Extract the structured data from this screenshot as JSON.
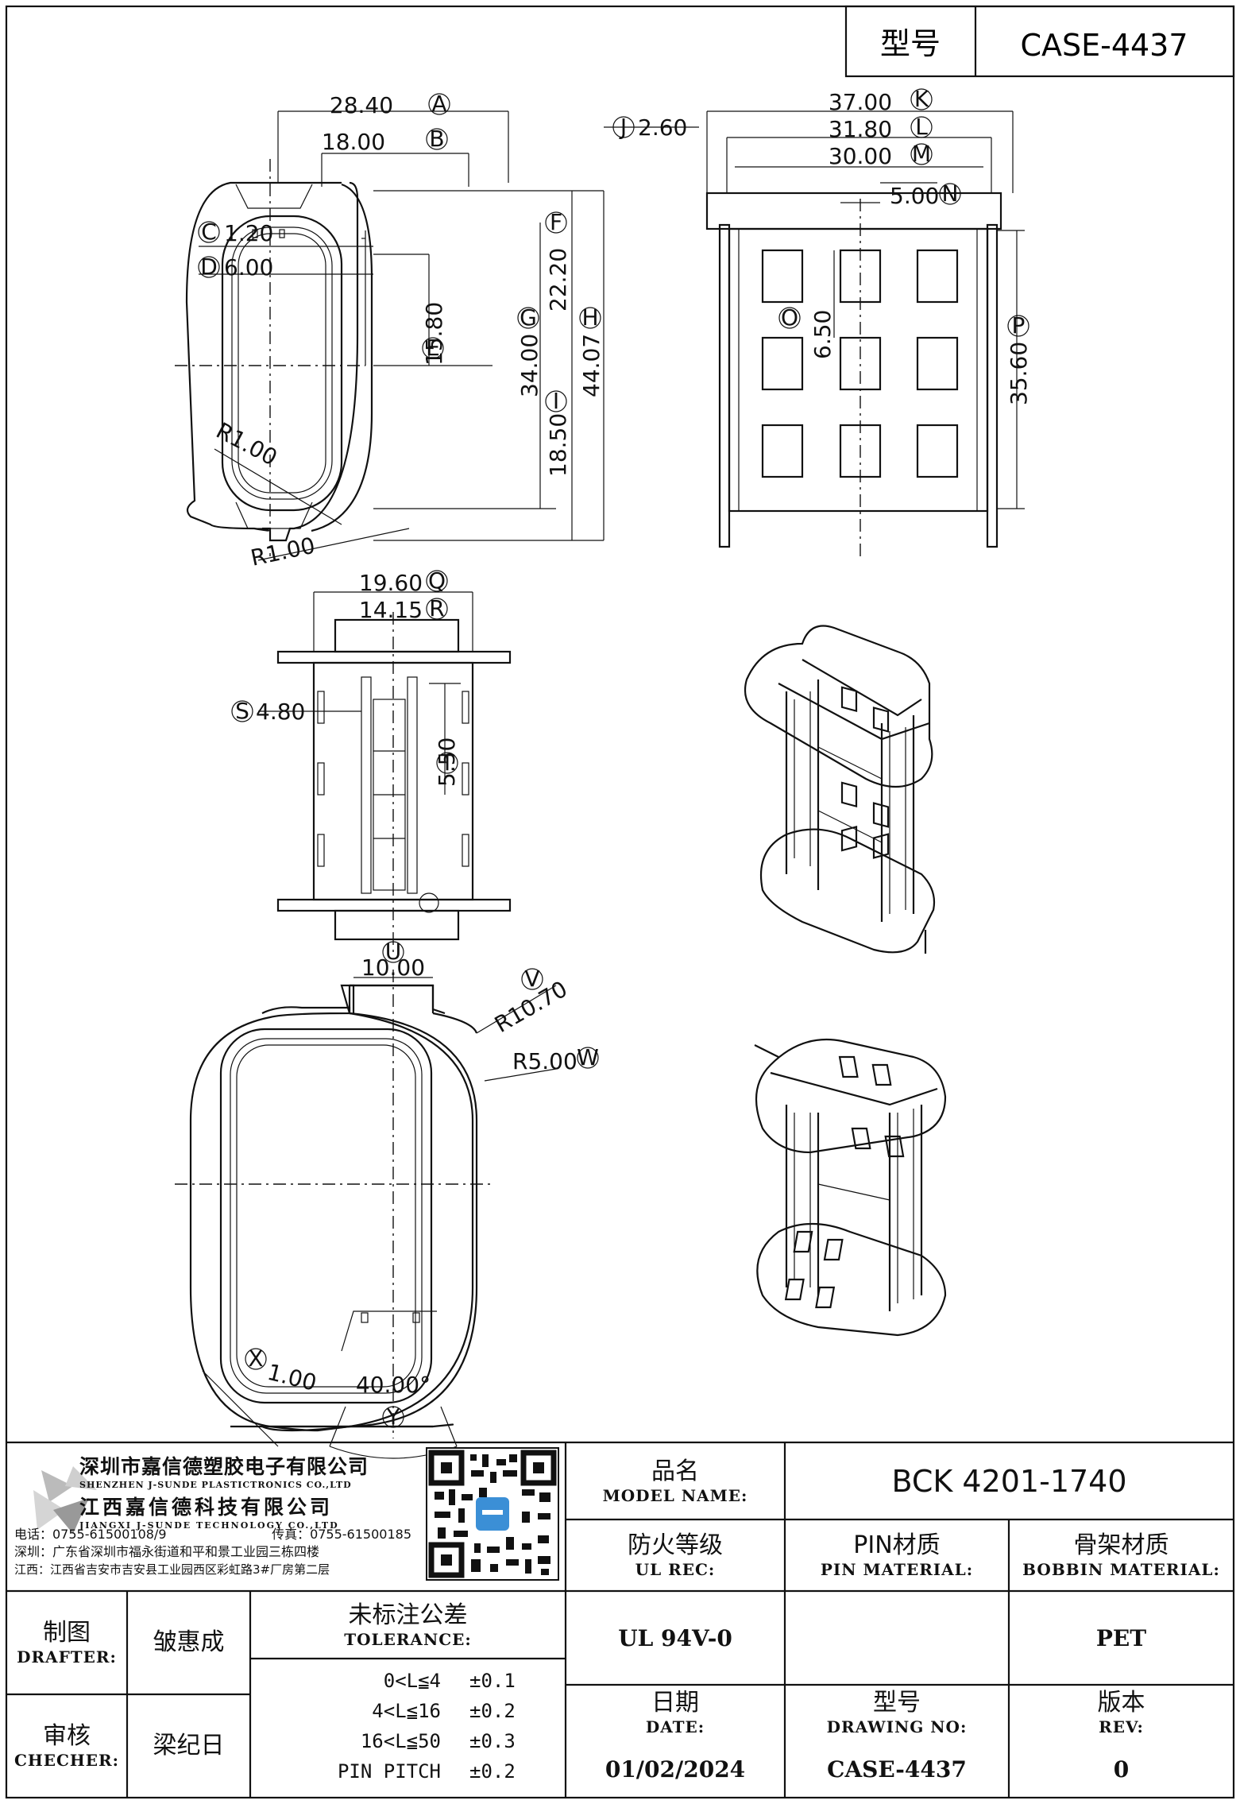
{
  "title_box": {
    "label": "型号",
    "value": "CASE-4437"
  },
  "views": {
    "top_view": {
      "dims": [
        "28.40",
        "18.00",
        "1.20",
        "6.00",
        "15.80",
        "22.20",
        "34.00",
        "44.07",
        "18.50",
        "R1.00",
        "R1.00"
      ],
      "balloons": [
        "A",
        "B",
        "C",
        "D",
        "E",
        "F",
        "G",
        "H",
        "I"
      ]
    },
    "front_view": {
      "dims": [
        "37.00",
        "31.80",
        "30.00",
        "2.60",
        "5.00",
        "6.50",
        "35.60"
      ],
      "balloons": [
        "K",
        "L",
        "M",
        "J",
        "N",
        "O",
        "P"
      ]
    },
    "side_view": {
      "dims": [
        "19.60",
        "14.15",
        "4.80",
        "5.50"
      ],
      "balloons": [
        "Q",
        "R",
        "S",
        "T",
        "U"
      ]
    },
    "bottom_view": {
      "dims": [
        "10.00",
        "R10.70",
        "R5.00",
        "1.00",
        "40.00°"
      ],
      "balloons": [
        "V",
        "W",
        "X",
        "Y"
      ]
    }
  },
  "company": {
    "name_cn": "深圳市嘉信德塑胶电子有限公司",
    "name_en": "SHENZHEN J-SUNDE PLASTICTRONICS CO.,LTD",
    "name2_cn": "江西嘉信德科技有限公司",
    "name2_en": "JIANGXI J-SUNDE TECHNOLOGY CO.,LTD",
    "phone": "电话：0755-61500108/9",
    "fax": "传真：0755-61500185",
    "addr_sz": "深圳：广东省深圳市福永街道和平和景工业园三栋四楼",
    "addr_jx": "江西：江西省吉安市吉安县工业园西区彩虹路3#厂房第二层"
  },
  "title_block": {
    "model_name_cn": "品名",
    "model_name_en": "MODEL NAME:",
    "model_name_value": "BCK 4201-1740",
    "ul_cn": "防火等级",
    "ul_en": "UL REC:",
    "ul_value": "UL 94V-0",
    "pin_cn": "PIN材质",
    "pin_en": "PIN MATERIAL:",
    "pin_value": "",
    "bobbin_cn": "骨架材质",
    "bobbin_en": "BOBBIN MATERIAL:",
    "bobbin_value": "PET",
    "drafter_cn": "制图",
    "drafter_en": "DRAFTER:",
    "drafter_name": "皱惠成",
    "checker_cn": "审核",
    "checker_en": "CHECHER:",
    "checker_name": "梁纪日",
    "tolerance_cn": "未标注公差",
    "tolerance_en": "TOLERANCE:",
    "tolerances": [
      {
        "range": "0<L≦4",
        "value": "±0.1"
      },
      {
        "range": "4<L≦16",
        "value": "±0.2"
      },
      {
        "range": "16<L≦50",
        "value": "±0.3"
      },
      {
        "range": "PIN PITCH",
        "value": "±0.2"
      }
    ],
    "date_cn": "日期",
    "date_en": "DATE:",
    "date_value": "01/02/2024",
    "drawing_no_cn": "型号",
    "drawing_no_en": "DRAWING NO:",
    "drawing_no_value": "CASE-4437",
    "rev_cn": "版本",
    "rev_en": "REV:",
    "rev_value": "0"
  }
}
